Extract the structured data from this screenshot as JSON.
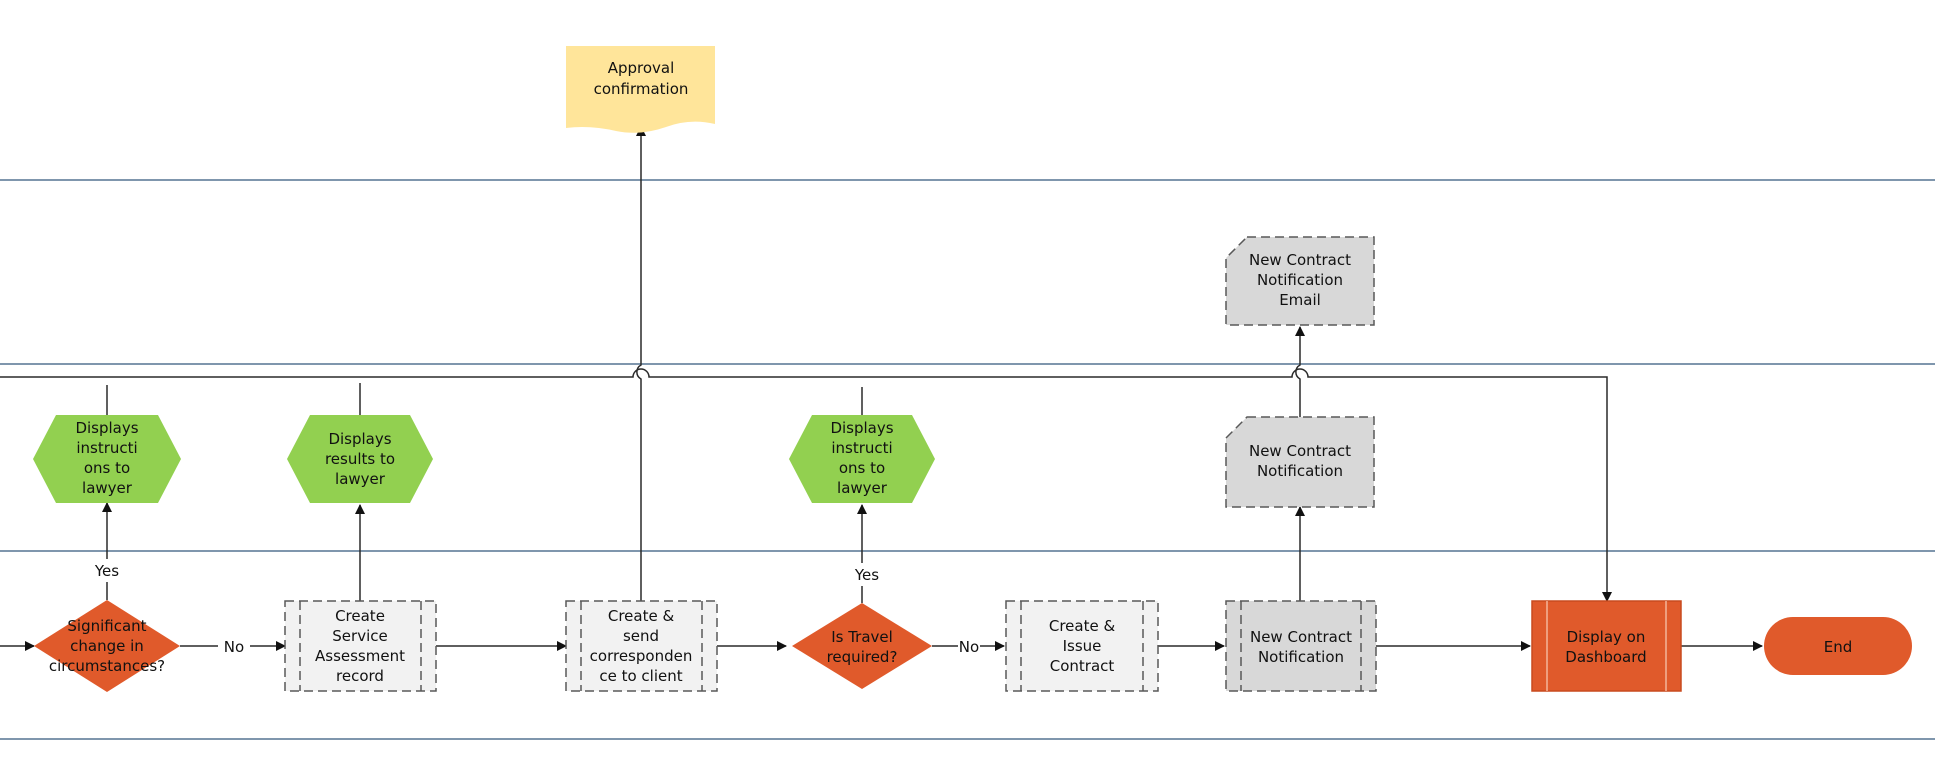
{
  "colors": {
    "lane_line": "#7f96ad",
    "process_dashed": "#f2f2f2",
    "process_gray": "#d8d8d8",
    "display_green": "#92d050",
    "decision_orange": "#e05a2b",
    "document_yellow": "#ffe59a"
  },
  "nodes": {
    "approval": [
      "Approval",
      "confirmation"
    ],
    "email_notification": [
      "New Contract",
      "Notification",
      "Email"
    ],
    "display_instructions_1": [
      "Displays",
      "instructi",
      "ons to",
      "lawyer"
    ],
    "display_results": [
      "Displays",
      "results to",
      "lawyer"
    ],
    "display_instructions_2": [
      "Displays",
      "instructi",
      "ons to",
      "lawyer"
    ],
    "contract_notification_card": [
      "New Contract",
      "Notification"
    ],
    "decision_change": [
      "Significant",
      "change in",
      "circumstances?"
    ],
    "create_assessment": [
      "Create",
      "Service",
      "Assessment",
      "record"
    ],
    "create_correspondence": [
      "Create &",
      "send",
      "corresponden",
      "ce to client"
    ],
    "decision_travel": [
      "Is Travel",
      "required?"
    ],
    "create_contract": [
      "Create &",
      "Issue",
      "Contract"
    ],
    "new_contract_process": [
      "New Contract",
      "Notification"
    ],
    "dashboard": [
      "Display on",
      "Dashboard"
    ],
    "end": [
      "End"
    ]
  },
  "edge_labels": {
    "yes_1": "Yes",
    "no_1": "No",
    "yes_2": "Yes",
    "no_2": "No"
  }
}
